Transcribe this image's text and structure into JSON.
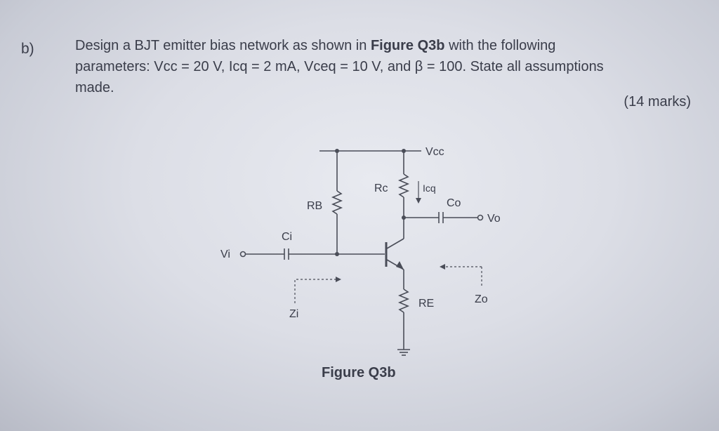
{
  "question": {
    "label": "b)",
    "line1_pre": "Design a BJT emitter bias network as shown in ",
    "line1_ref": "Figure Q3b",
    "line1_post": " with the following",
    "line2": "parameters: Vcc = 20 V, Icq = 2 mA, Vceq = 10 V, and β = 100. State all assumptions",
    "line3": "made.",
    "marks": "(14 marks)"
  },
  "figure": {
    "caption": "Figure Q3b",
    "labels": {
      "vcc": "Vcc",
      "rc": "Rc",
      "icq": "Icq",
      "co": "Co",
      "vo": "Vo",
      "rb": "RB",
      "ci": "Ci",
      "vi": "Vi",
      "re": "RE",
      "zo": "Zo",
      "zi": "Zi"
    }
  }
}
